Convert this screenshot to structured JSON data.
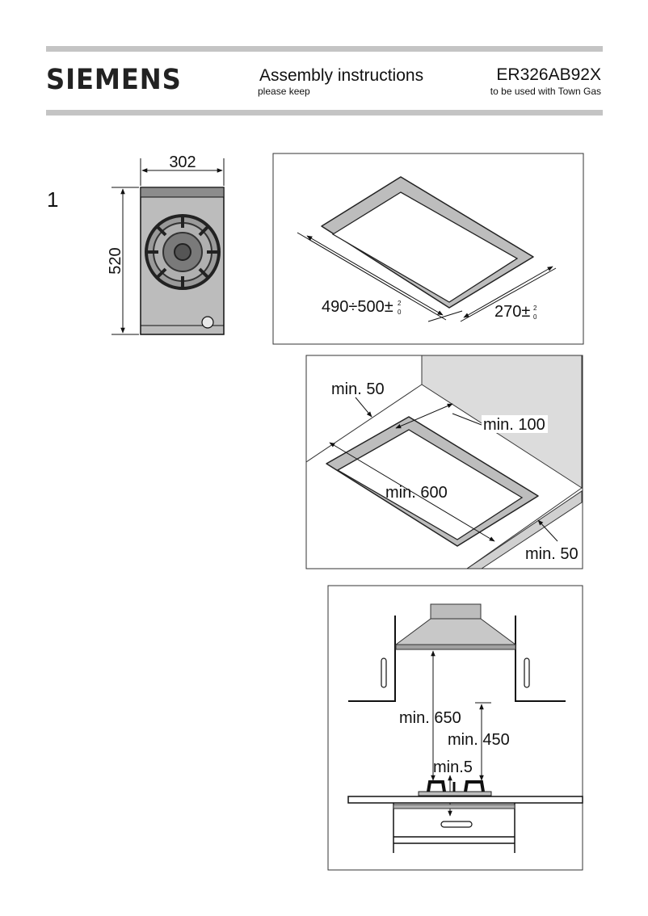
{
  "header": {
    "brand": "SIEMENS",
    "title": "Assembly instructions",
    "subtitle": "please keep",
    "model": "ER326AB92X",
    "model_note": "to be used with Town Gas"
  },
  "figure_number": "1",
  "dimensions": {
    "width": "302",
    "depth": "520",
    "cutout_length": "490÷500±",
    "cutout_length_tol_upper": "2",
    "cutout_length_tol_lower": "0",
    "cutout_width": "270±",
    "cutout_width_tol_upper": "2",
    "cutout_width_tol_lower": "0"
  },
  "clearances": {
    "min_50_top": "min. 50",
    "min_100": "min. 100",
    "min_600": "min. 600",
    "min_50_bottom": "min. 50",
    "min_650": "min. 650",
    "min_450": "min. 450",
    "min_5": "min.5"
  }
}
